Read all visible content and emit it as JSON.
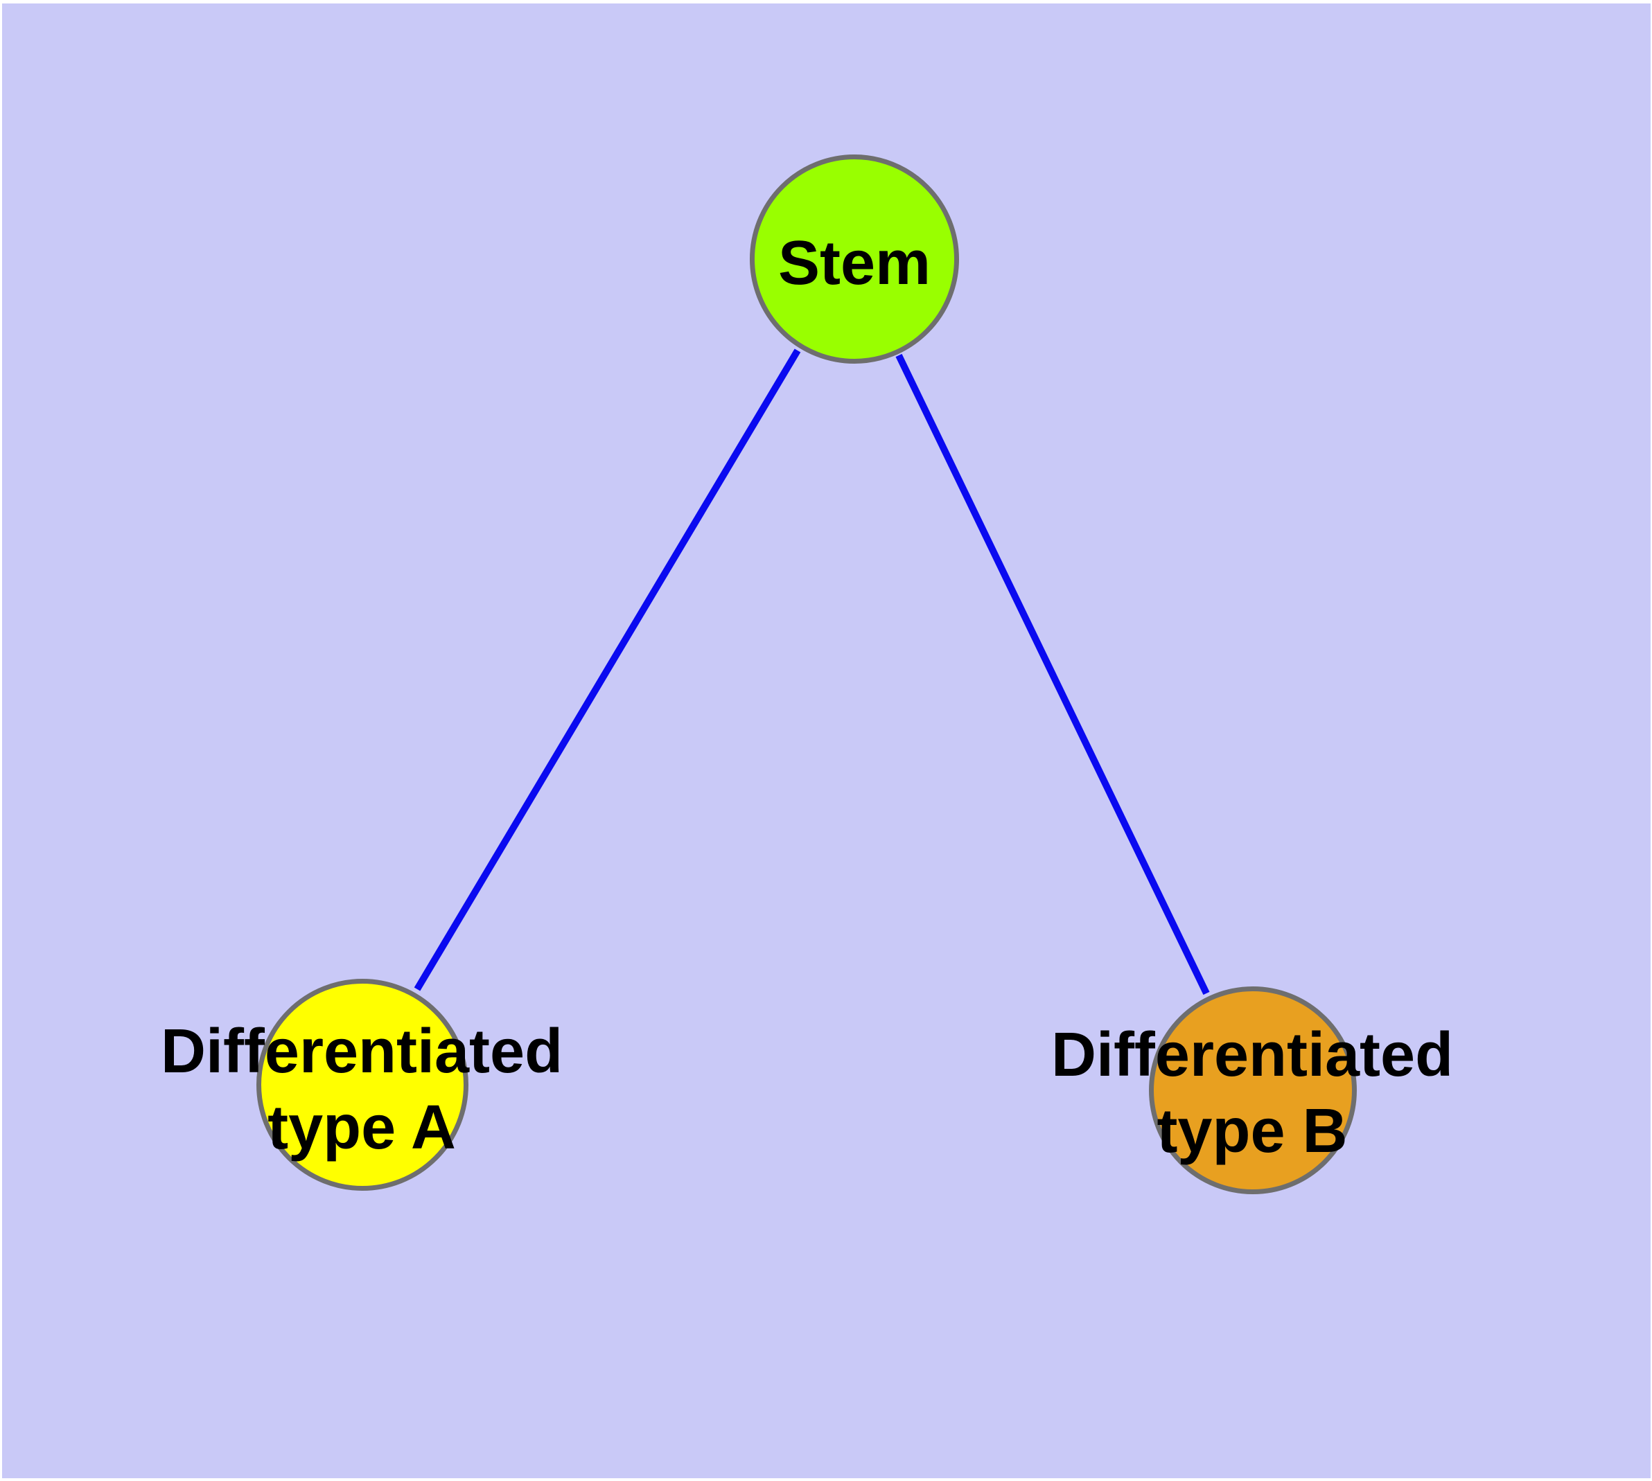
{
  "diagram": {
    "type": "graph",
    "background_color": "#c9c9f7",
    "frame_color": "#ffffff",
    "edge_color": "#0a0af0",
    "node_border_color": "#6e6e6e",
    "label_color": "#000000",
    "nodes": [
      {
        "id": "stem",
        "label": "Stem",
        "fill": "#99ff00"
      },
      {
        "id": "typeA",
        "label": "Differentiated\ntype A",
        "fill": "#ffff00"
      },
      {
        "id": "typeB",
        "label": "Differentiated\ntype B",
        "fill": "#e8a020"
      }
    ],
    "edges": [
      {
        "from": "stem",
        "to": "typeA"
      },
      {
        "from": "stem",
        "to": "typeB"
      }
    ]
  }
}
